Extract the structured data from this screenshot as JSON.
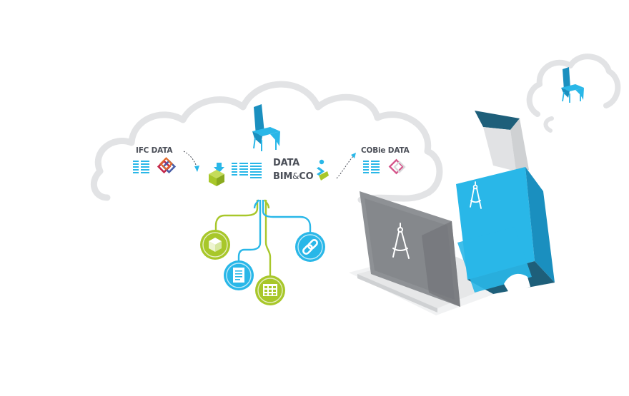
{
  "labels": {
    "ifc_data": "IFC DATA",
    "cobie_data": "COBie DATA",
    "brand_line1": "DATA",
    "brand_bim": "BIM",
    "brand_amp": "&",
    "brand_co": "CO"
  },
  "colors": {
    "cloud_outline": "#e2e3e5",
    "cloud_fill": "#ffffff",
    "cyan": "#29b7e8",
    "cyan_dark": "#1a8fbf",
    "lime": "#a8c72a",
    "lime_dark": "#8aaa1e",
    "navy": "#1e5f7a",
    "laptop_grey": "#8e9195",
    "laptop_dark": "#6f7276",
    "text": "#4b4f58",
    "ifc_red": "#c4264a",
    "ifc_blue": "#4a5fa8",
    "cobie_pink": "#d6578c"
  },
  "icons": [
    "chair-icon",
    "document-lines-icon",
    "ifc-logo-icon",
    "cobie-logo-icon",
    "arrow-icon",
    "download-cube-icon",
    "bimandco-logo-icon",
    "cube-icon",
    "document-icon",
    "table-icon",
    "link-icon",
    "compass-icon",
    "laptop-icon",
    "folder-icon"
  ]
}
